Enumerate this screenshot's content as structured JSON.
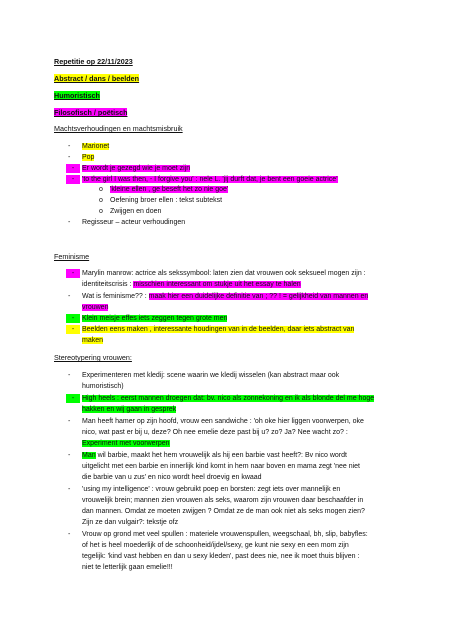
{
  "header": {
    "title": "Repetitie op 22/11/2023",
    "tag_abstract": "Abstract / dans / beelden",
    "tag_humor": "Humoristisch",
    "tag_filosofisch": "Filosofisch / poëtisch"
  },
  "section_macht": {
    "heading": "Machtsverhoudingen en machtsmisbruik",
    "items": [
      "Marionet",
      "Pop",
      "Er wordt je gezegd wie je moet zijn",
      "'to the girl I was then, - I forgive you' : nele L. 'jij durft dat, je bent een goeie actrice'"
    ],
    "sub": [
      "'kleine ellen , ge beseft het zo nie goe'",
      "Oefening broer ellen : tekst subtekst",
      "Zwijgen en doen"
    ],
    "last": "Regisseur – acteur verhoudingen"
  },
  "section_feminisme": {
    "heading": "Feminisme",
    "i1_a": "Marylin manrow: actrice als sekssymbool: laten zien dat vrouwen ook seksueel mogen zijn :",
    "i1_b": "identiteitscrisis : ",
    "i1_c": "misschien interessant om stukje uit het essay te halen",
    "i2_a": "Wat is feminisme?? : ",
    "i2_b": "maak hier een duidelijke definitie van ; ?? ! = gelijkheid van mannen en",
    "i2_c": "vrouwen",
    "i3": "Klein meisje effes iets zeggen tegen grote men",
    "i4_a": "Beelden eens maken , interessante houdingen van in de beelden, daar iets abstract van",
    "i4_b": "maken"
  },
  "section_stereo": {
    "heading": "Stereotypering vrouwen:",
    "i1_a": "Experimenteren met kledij: scene waarin we kledij wisselen (kan abstract maar ook",
    "i1_b": "humoristisch)",
    "i2_a": "High heels : eerst mannen droegen dat: bv. nico als zonnekoning en ik als blonde del me hoge",
    "i2_b": "hakken en wij gaan in gesprek",
    "i3_a": "Man heeft hamer op zijn hoofd, vrouw een sandwiche : 'oh oke hier liggen voorwerpen, oke",
    "i3_b": "nico, wat past er bij u, deze? Oh nee emelie deze past bij u? zo? Ja? Nee wacht zo? :",
    "i3_c": "Experiment met voorwerpen",
    "i4_a1": "Man",
    "i4_a2": " wil barbie, maakt het hem vrouwelijk als hij een barbie vast heeft?: Bv nico wordt",
    "i4_b": "uitgelicht met een barbie en innerlijk kind komt in hem naar boven en mama zegt 'nee niet",
    "i4_c": "die barbie van u zus' en nico wordt heel droevig en kwaad",
    "i5_a": "'using my intelligence' : vrouw gebruikt poep en borsten: zegt iets over mannelijk en",
    "i5_b": "vrouwelijk brein; mannen zien vrouwen als seks, waarom zijn vrouwen daar beschaafder in",
    "i5_c": "dan mannen. Omdat ze moeten zwijgen ? Omdat ze de man ook niet als seks mogen zien?",
    "i5_d": "Zijn ze dan vulgair?: tekstje ofz",
    "i6_a": "Vrouw op grond met veel spullen : materiele vrouwenspullen, weegschaal, bh, slip, babyfles:",
    "i6_b": "of het is heel moederlijk of de schoonheid/ijdel/sexy, ge kunt nie sexy en een mom zijn",
    "i6_c": "tegelijk: 'kind vast hebben en dan u sexy kleden', past dees nie, nee ik moet thuis blijven :",
    "i6_d": "niet te letterlijk gaan emelie!!!"
  },
  "markers": {
    "dash": "-",
    "circle": "o"
  },
  "colors": {
    "yellow": "#ffff00",
    "green": "#00ff00",
    "magenta": "#ff00ff"
  }
}
